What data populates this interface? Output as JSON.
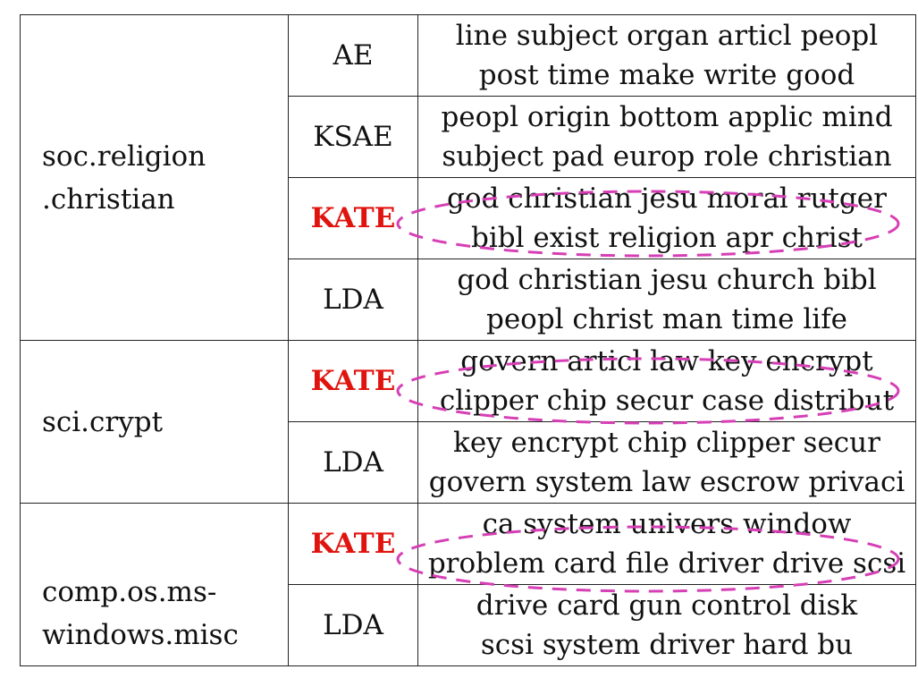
{
  "table": {
    "groups": [
      {
        "category_lines": [
          "soc.religion",
          ".christian"
        ],
        "rows": [
          {
            "model": "AE",
            "highlight": false,
            "words": [
              "line subject organ articl peopl",
              "post time make write good"
            ]
          },
          {
            "model": "KSAE",
            "highlight": false,
            "words": [
              "peopl origin bottom applic mind",
              "subject pad europ role christian"
            ]
          },
          {
            "model": "KATE",
            "highlight": true,
            "words": [
              "god christian jesu moral rutger",
              "bibl exist religion apr christ"
            ]
          },
          {
            "model": "LDA",
            "highlight": false,
            "words": [
              "god christian jesu church bibl",
              "peopl christ man time life"
            ]
          }
        ]
      },
      {
        "category_lines": [
          "sci.crypt"
        ],
        "rows": [
          {
            "model": "KATE",
            "highlight": true,
            "words": [
              "govern articl law key encrypt",
              "clipper chip secur case distribut"
            ]
          },
          {
            "model": "LDA",
            "highlight": false,
            "words": [
              "key encrypt chip clipper secur",
              "govern system law escrow privaci"
            ]
          }
        ]
      },
      {
        "category_lines": [
          "comp.os.ms-",
          "windows.misc"
        ],
        "rows": [
          {
            "model": "KATE",
            "highlight": true,
            "words": [
              "ca system univers window",
              "problem card file driver drive scsi"
            ]
          },
          {
            "model": "LDA",
            "highlight": false,
            "words": [
              "drive card gun control disk",
              "scsi system driver hard bu"
            ]
          }
        ]
      }
    ]
  },
  "colors": {
    "highlight_model_text": "#e0140f",
    "highlight_ellipse": "#d63fb5",
    "border": "#222222"
  }
}
